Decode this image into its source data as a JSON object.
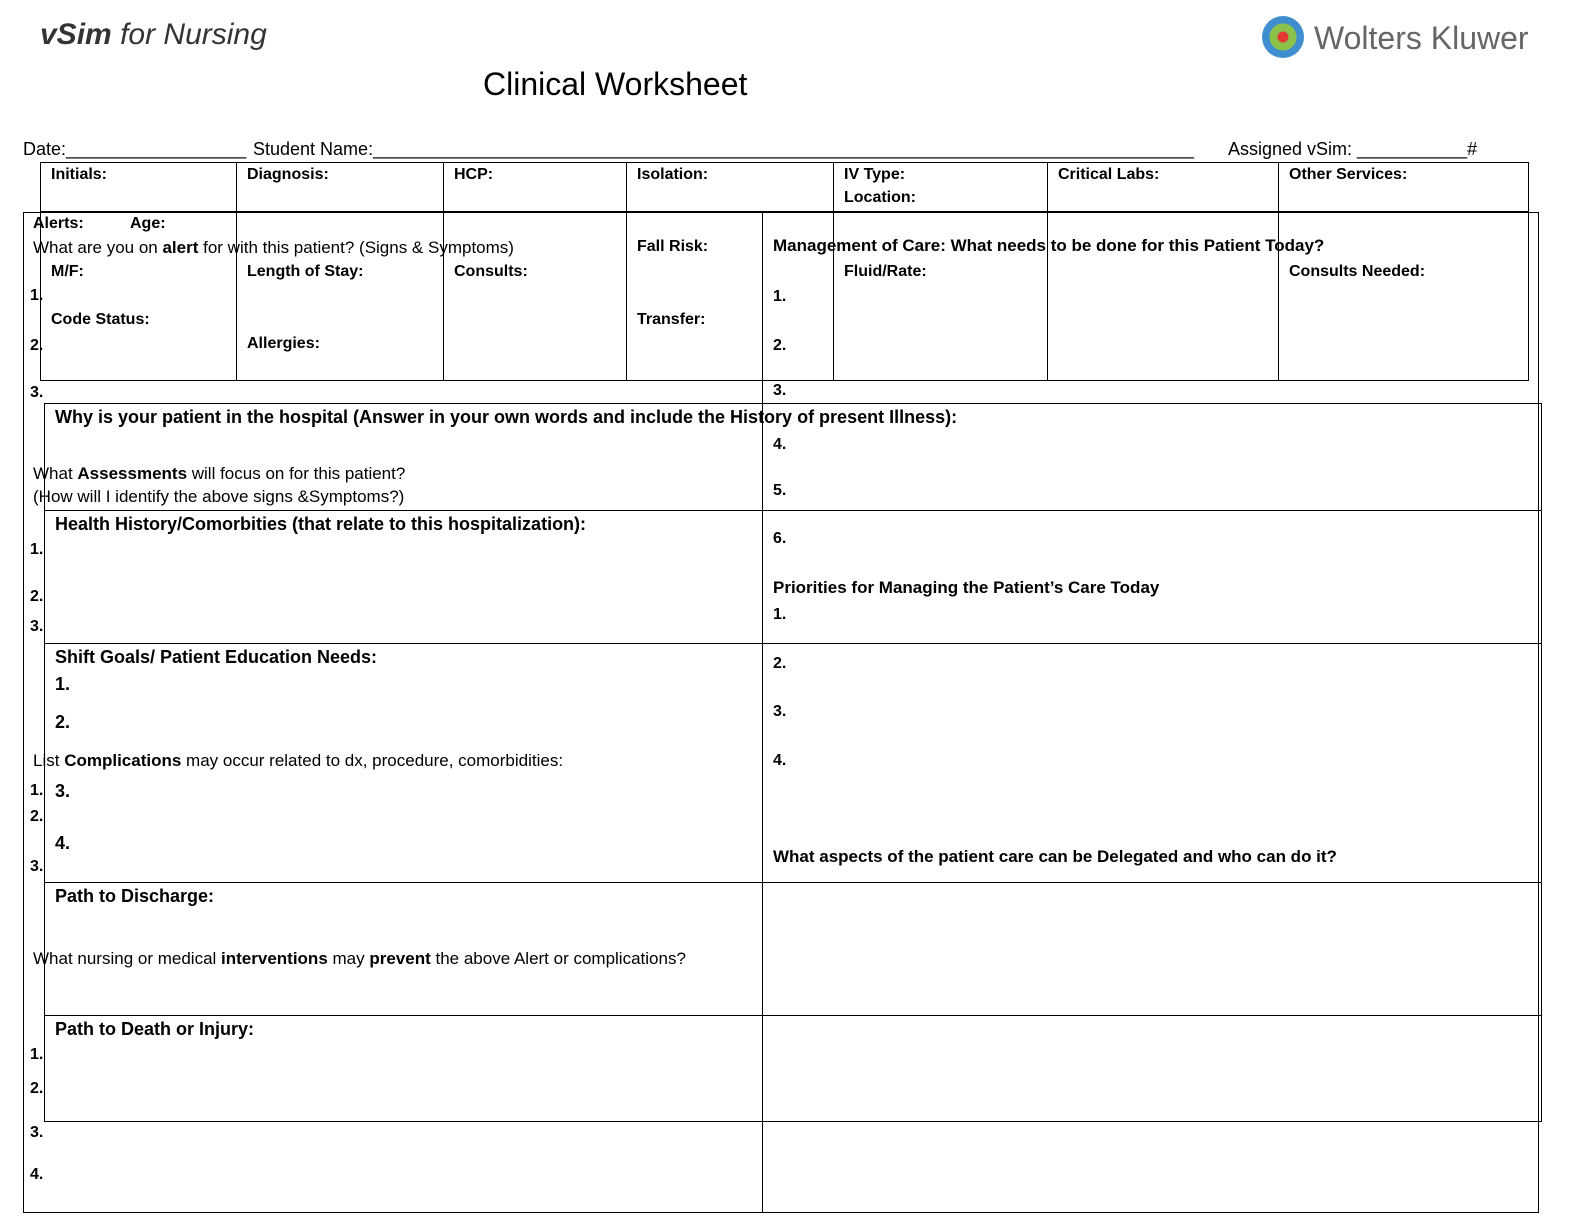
{
  "header": {
    "logo_left": "vSim for Nursing",
    "logo_right": "Wolters Kluwer",
    "title": "Clinical Worksheet"
  },
  "fields": {
    "date": "Date:__________________",
    "student": "Student Name:__________________________________________________________________________________",
    "vsim": "Assigned vSim: ___________#"
  },
  "top_table": {
    "initials": "Initials:",
    "diagnosis": "Diagnosis:",
    "hcp": "HCP:",
    "isolation": "Isolation:",
    "iv_type": "IV Type:",
    "location": "Location:",
    "critical_labs": "Critical Labs:",
    "other_services": "Other Services:",
    "age": "Age:",
    "mf": "M/F:",
    "code_status": "Code Status:",
    "los": "Length of Stay:",
    "allergies": "Allergies:",
    "consults": "Consults:",
    "fall_risk": "Fall Risk:",
    "transfer": "Transfer:",
    "fluid_rate": "Fluid/Rate:",
    "consults_needed": "Consults Needed:"
  },
  "left": {
    "alerts": "Alerts:",
    "alert_q_pre": "What are you on ",
    "alert_q_bold": "alert",
    "alert_q_post": " for with this patient? (Signs & Symptoms)",
    "assess_pre": "What ",
    "assess_bold": "Assessments",
    "assess_post": " will focus on for this patient?",
    "assess_q2": "(How will I identify the above signs &Symptoms?)",
    "comp_pre": "List ",
    "comp_bold": "Complications",
    "comp_post": " may occur related to dx, procedure, comorbidities:",
    "int_pre": "What nursing or medical ",
    "int_bold": "interventions",
    "int_mid": " may ",
    "int_bold2": "prevent",
    "int_post": " the above Alert or complications?"
  },
  "sections": {
    "why": "Why is your patient in the hospital (Answer in your own words and include the History of present Illness):",
    "history": "Health History/Comorbities (that relate to this hospitalization):",
    "goals": "Shift Goals/ Patient Education Needs:",
    "discharge": "Path to Discharge:",
    "death": "Path to Death or Injury:"
  },
  "right": {
    "management": "Management of Care: What needs to be done for this Patient Today?",
    "priorities": "Priorities for Managing the Patient’s Care Today",
    "delegate": "What aspects of the patient care can be Delegated and who can do it?"
  },
  "nums": [
    "1.",
    "2.",
    "3.",
    "4.",
    "5.",
    "6."
  ]
}
